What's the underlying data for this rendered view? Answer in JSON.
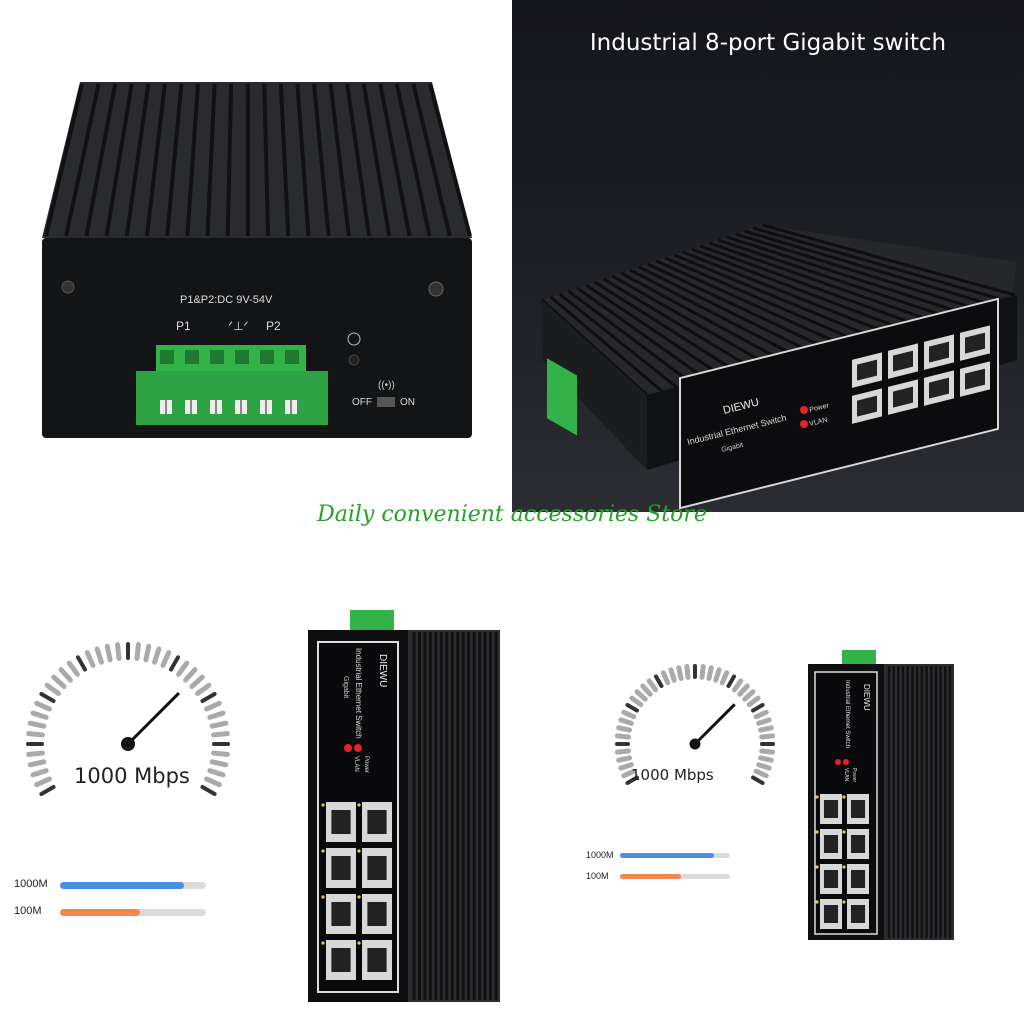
{
  "store_name": "Daily convenient accessories Store",
  "top_left": {
    "power_spec": "P1&P2:DC  9V-54V",
    "p1": "P1",
    "p2": "P2",
    "off": "OFF",
    "on": "ON"
  },
  "top_right": {
    "title": "Industrial 8-port Gigabit switch",
    "brand": "DIEWU",
    "product_line": "Industrial Ethernet Switch",
    "speed_class": "Gigabit",
    "power": "Power",
    "vlan": "VLAN"
  },
  "bottom_left": {
    "speed": "1000 Mbps",
    "bars": [
      {
        "label": "1000M",
        "level": 0.85,
        "color": "#4a8ee8"
      },
      {
        "label": "100M",
        "level": 0.55,
        "color": "#f08a4a"
      }
    ],
    "brand": "DIEWU",
    "product_line": "Industrial Ethernet Switch",
    "speed_class": "Gigabit",
    "power": "Power",
    "vlan": "VLAN"
  },
  "bottom_right": {
    "speed": "1000 Mbps",
    "bars": [
      {
        "label": "1000M",
        "level": 0.85,
        "color": "#4a8ee8"
      },
      {
        "label": "100M",
        "level": 0.55,
        "color": "#f08a4a"
      }
    ],
    "brand": "DIEWU",
    "product_line": "Industrial Ethernet Switch",
    "power": "Power",
    "vlan": "VLAN"
  },
  "colors": {
    "terminal_green": "#34b24a",
    "led_red": "#e62222",
    "accent_text": "#27a02a"
  }
}
